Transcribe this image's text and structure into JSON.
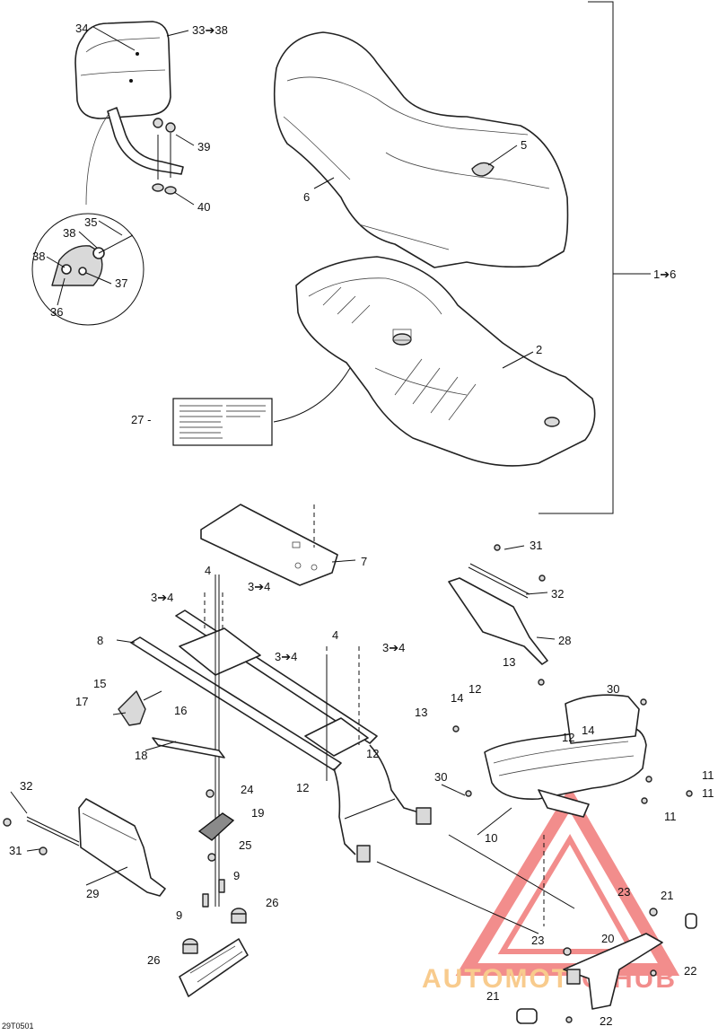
{
  "diagram_ref": "29T0501",
  "watermark": {
    "part_a": "AUTOMOT",
    "part_b": "O",
    "part_c": "HUB",
    "color_primary": "#f07a78",
    "color_secondary": "#f7c27a"
  },
  "callouts": {
    "c1_6": "1➔6",
    "c2": "2",
    "c3_4a": "3➔4",
    "c3_4b": "3➔4",
    "c3_4c": "3➔4",
    "c3_4d": "3➔4",
    "c4a": "4",
    "c4b": "4",
    "c5": "5",
    "c6": "6",
    "c7": "7",
    "c8": "8",
    "c9a": "9",
    "c9b": "9",
    "c10": "10",
    "c11a": "11",
    "c11b": "11",
    "c11c": "11",
    "c12a": "12",
    "c12b": "12",
    "c12c": "12",
    "c12d": "12",
    "c13a": "13",
    "c13b": "13",
    "c14a": "14",
    "c14b": "14",
    "c15": "15",
    "c16": "16",
    "c17": "17",
    "c18": "18",
    "c19": "19",
    "c20": "20",
    "c21a": "21",
    "c21b": "21",
    "c22a": "22",
    "c22b": "22",
    "c23a": "23",
    "c23b": "23",
    "c24": "24",
    "c25": "25",
    "c26a": "26",
    "c26b": "26",
    "c27": "27 -",
    "c28": "28",
    "c29": "29",
    "c30a": "30",
    "c30b": "30",
    "c31a": "31",
    "c31b": "31",
    "c32a": "32",
    "c32b": "32",
    "c33_38": "33➔38",
    "c34": "34",
    "c35": "35",
    "c36": "36",
    "c37": "37",
    "c38a": "38",
    "c38b": "38",
    "c39": "39",
    "c40": "40"
  }
}
